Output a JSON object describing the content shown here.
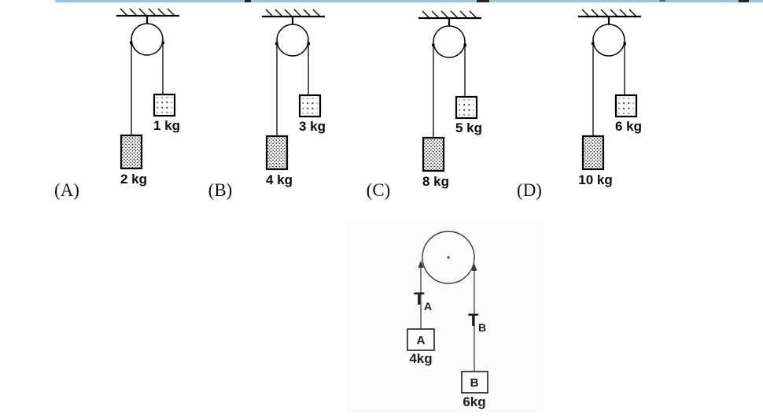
{
  "figure": {
    "type": "physics-pulley-question",
    "description_visible_only": "Four answer-option pulley diagrams and one free-body pulley diagram"
  },
  "colors": {
    "top_rule": "#9bc3dd",
    "ink": "#000000"
  },
  "options": [
    {
      "label": "(A)",
      "small_mass": "1 kg",
      "large_mass": "2 kg"
    },
    {
      "label": "(B)",
      "small_mass": "3 kg",
      "large_mass": "4 kg"
    },
    {
      "label": "(C)",
      "small_mass": "5 kg",
      "large_mass": "8 kg"
    },
    {
      "label": "(D)",
      "small_mass": "6 kg",
      "large_mass": "10 kg"
    }
  ],
  "bottom_figure": {
    "tension_left": "T",
    "tension_left_sub": "A",
    "tension_right": "T",
    "tension_right_sub": "B",
    "block_a_letter": "A",
    "block_a_mass": "4kg",
    "block_b_letter": "B",
    "block_b_mass": "6kg"
  }
}
